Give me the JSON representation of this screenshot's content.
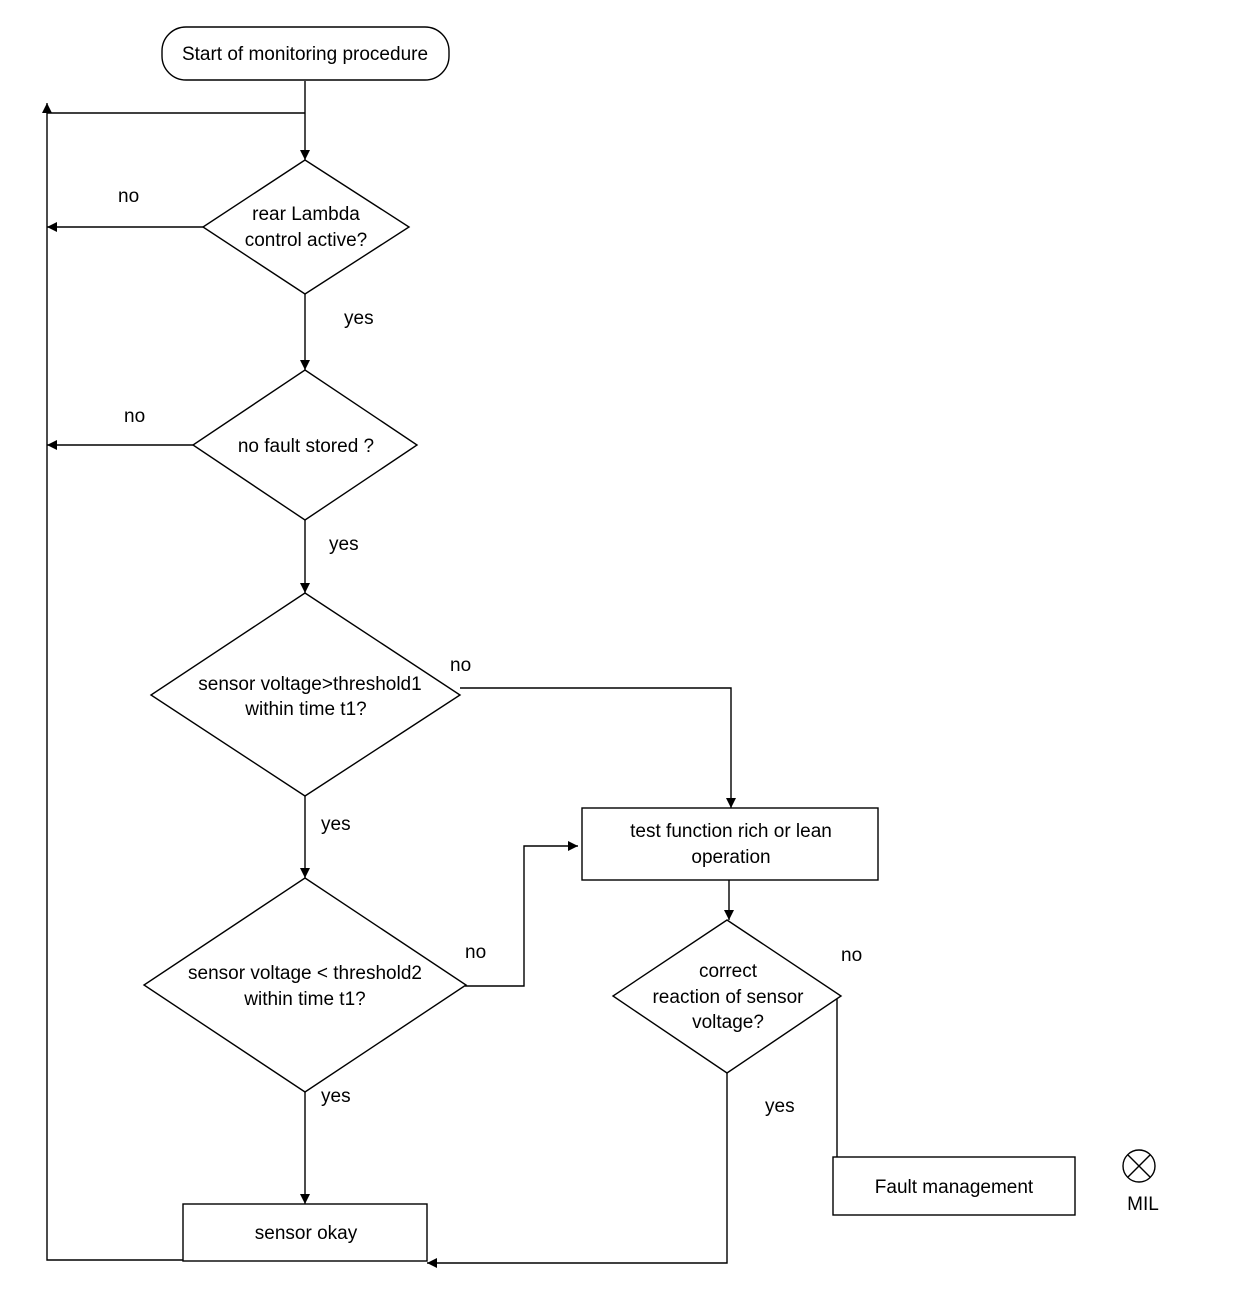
{
  "nodes": {
    "start": {
      "label": "Start of monitoring procedure"
    },
    "rear_lambda": {
      "lines": [
        "rear Lambda",
        "control active?"
      ]
    },
    "no_fault": {
      "lines": [
        "no fault stored ?"
      ]
    },
    "threshold1": {
      "lines": [
        "sensor voltage>threshold1",
        "within time t1?"
      ]
    },
    "threshold2": {
      "lines": [
        "sensor voltage < threshold2",
        "within time t1?"
      ]
    },
    "test_function": {
      "lines": [
        "test function rich or lean",
        "operation"
      ]
    },
    "correct_reaction": {
      "lines": [
        "correct",
        "reaction of sensor",
        "voltage?"
      ]
    },
    "sensor_okay": {
      "label": "sensor okay"
    },
    "fault_management": {
      "label": "Fault management"
    }
  },
  "edge_labels": {
    "rear_lambda_no": "no",
    "rear_lambda_yes": "yes",
    "no_fault_no": "no",
    "no_fault_yes": "yes",
    "threshold1_no": "no",
    "threshold1_yes": "yes",
    "threshold2_no": "no",
    "threshold2_yes": "yes",
    "correct_reaction_no": "no",
    "correct_reaction_yes": "yes"
  },
  "legend": {
    "mil_label": "MIL",
    "mil_icon": "crossed-circle-lamp-icon"
  }
}
